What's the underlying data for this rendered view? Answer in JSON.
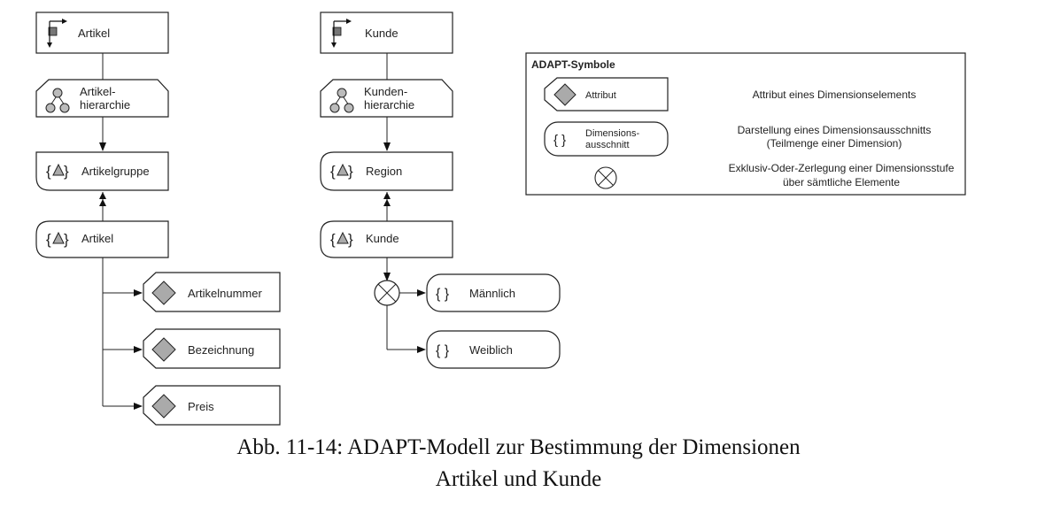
{
  "columns": {
    "artikel": {
      "dimension": "Artikel",
      "hierarchy": [
        "Artikel-",
        "hierarchie"
      ],
      "levels": [
        "Artikelgruppe",
        "Artikel"
      ],
      "attributes": [
        "Artikelnummer",
        "Bezeichnung",
        "Preis"
      ]
    },
    "kunde": {
      "dimension": "Kunde",
      "hierarchy": [
        "Kunden-",
        "hierarchie"
      ],
      "levels": [
        "Region",
        "Kunde"
      ],
      "scopes": [
        "Männlich",
        "Weiblich"
      ]
    }
  },
  "legend": {
    "title": "ADAPT-Symbole",
    "items": [
      {
        "symbol_label": "Attribut",
        "description": [
          "Attribut eines Dimensionselements"
        ]
      },
      {
        "symbol_label": [
          "Dimensions-",
          "ausschnitt"
        ],
        "description": [
          "Darstellung eines Dimensionsausschnitts",
          "(Teilmenge einer Dimension)"
        ]
      },
      {
        "symbol_label": "",
        "description": [
          "Exklusiv-Oder-Zerlegung einer Dimensionsstufe",
          "über sämtliche Elemente"
        ]
      }
    ]
  },
  "caption": {
    "line1": "Abb. 11-14: ADAPT-Modell zur Bestimmung der Dimensionen",
    "line2": "Artikel und Kunde"
  }
}
